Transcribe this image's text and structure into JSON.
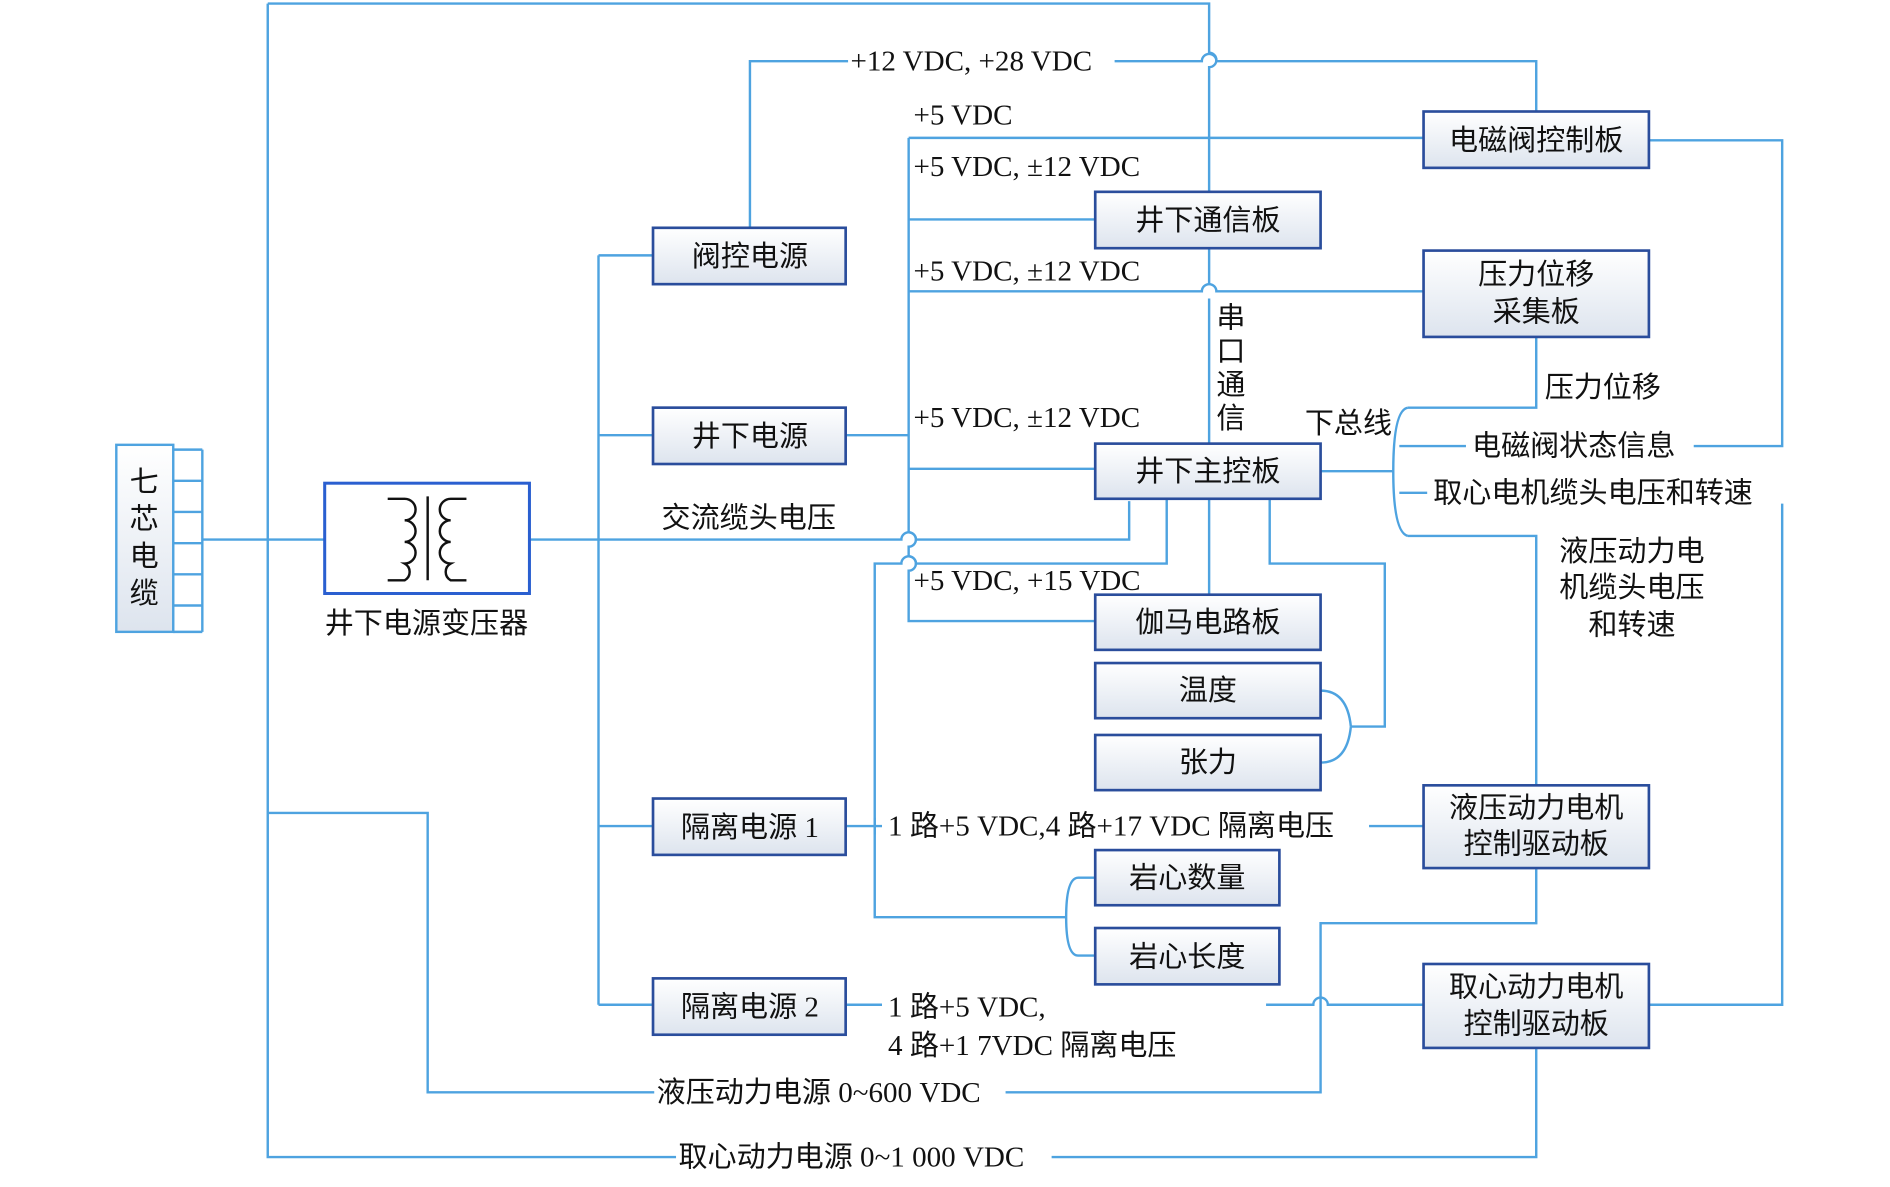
{
  "colors": {
    "line": "#4ea3e0",
    "box_border": "#2a4d9c",
    "box_fill_top": "#ffffff",
    "box_fill_bottom": "#dde4ee"
  },
  "cable": {
    "label_chars": [
      "七",
      "芯",
      "电",
      "缆"
    ]
  },
  "transformer": {
    "label": "井下电源变压器",
    "icon": "transformer-coil-icon"
  },
  "boxes": {
    "valve_power": "阀控电源",
    "downhole_power": "井下电源",
    "iso_power_1": "隔离电源 1",
    "iso_power_2": "隔离电源 2",
    "solenoid_board": "电磁阀控制板",
    "comm_board": "井下通信板",
    "pressure_board": [
      "压力位移",
      "采集板"
    ],
    "main_board": "井下主控板",
    "gamma_board": "伽马电路板",
    "temperature": "温度",
    "tension": "张力",
    "hydraulic_driver": [
      "液压动力电机",
      "控制驱动板"
    ],
    "core_count": "岩心数量",
    "core_length": "岩心长度",
    "coring_driver": [
      "取心动力电机",
      "控制驱动板"
    ]
  },
  "labels": {
    "v12_28": "+12 VDC, +28 VDC",
    "v5": "+5 VDC",
    "v5_12_a": "+5 VDC, ±12 VDC",
    "v5_12_b": "+5 VDC, ±12 VDC",
    "v5_12_c": "+5 VDC, ±12 VDC",
    "v5_15": "+5 VDC, +15 VDC",
    "ac_head": "交流缆头电压",
    "serial": [
      "串",
      "口",
      "通",
      "信"
    ],
    "lower_bus": "下总线",
    "pressure_disp": "压力位移",
    "solenoid_status": "电磁阀状态信息",
    "coring_motor_info": "取心电机缆头电压和转速",
    "hydraulic_motor_info": [
      "液压动力电",
      "机缆头电压",
      "和转速"
    ],
    "iso1_out": "1 路+5 VDC,4 路+17 VDC 隔离电压",
    "iso2_out": [
      "1 路+5 VDC,",
      "4 路+1 7VDC 隔离电压"
    ],
    "hydraulic_supply": "液压动力电源 0~600 VDC",
    "coring_supply": "取心动力电源 0~1 000 VDC"
  }
}
